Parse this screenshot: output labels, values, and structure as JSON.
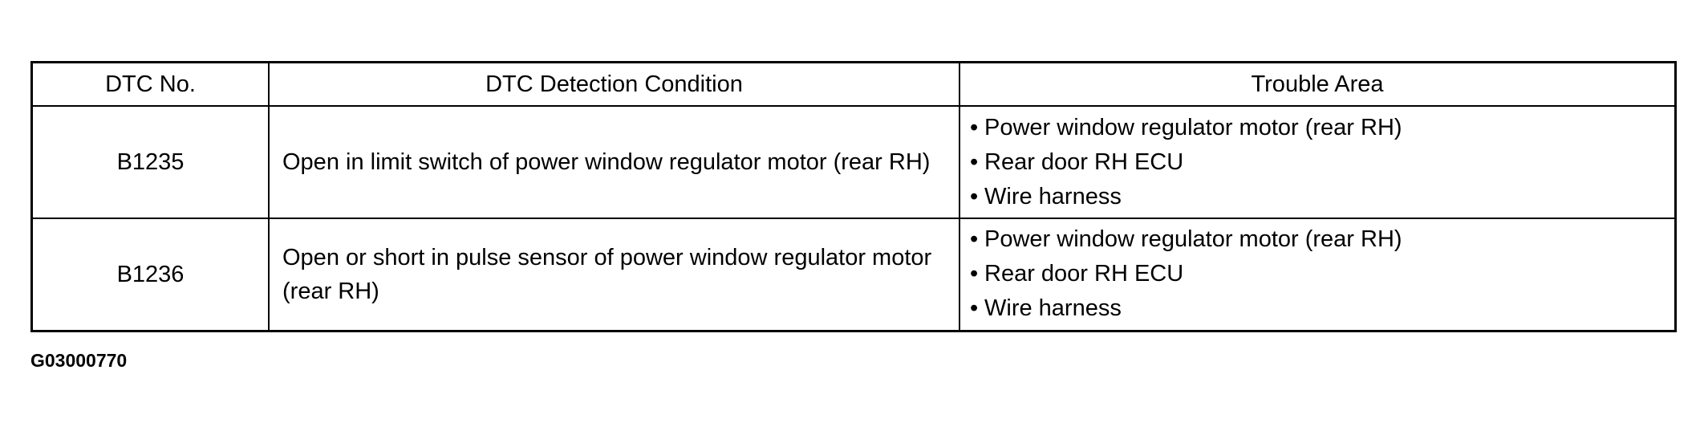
{
  "table": {
    "headers": {
      "dtc_no": "DTC No.",
      "condition": "DTC Detection Condition",
      "trouble_area": "Trouble Area"
    },
    "rows": [
      {
        "dtc_no": "B1235",
        "condition": "Open in limit switch of power window regulator motor (rear RH)",
        "trouble_area": [
          "Power window regulator motor (rear RH)",
          "Rear door RH ECU",
          "Wire harness"
        ]
      },
      {
        "dtc_no": "B1236",
        "condition": "Open or short in pulse sensor of power window regulator motor (rear RH)",
        "trouble_area": [
          "Power window regulator motor (rear RH)",
          "Rear door RH ECU",
          "Wire harness"
        ]
      }
    ]
  },
  "figure_code": "G03000770",
  "bullet_glyph": "•"
}
